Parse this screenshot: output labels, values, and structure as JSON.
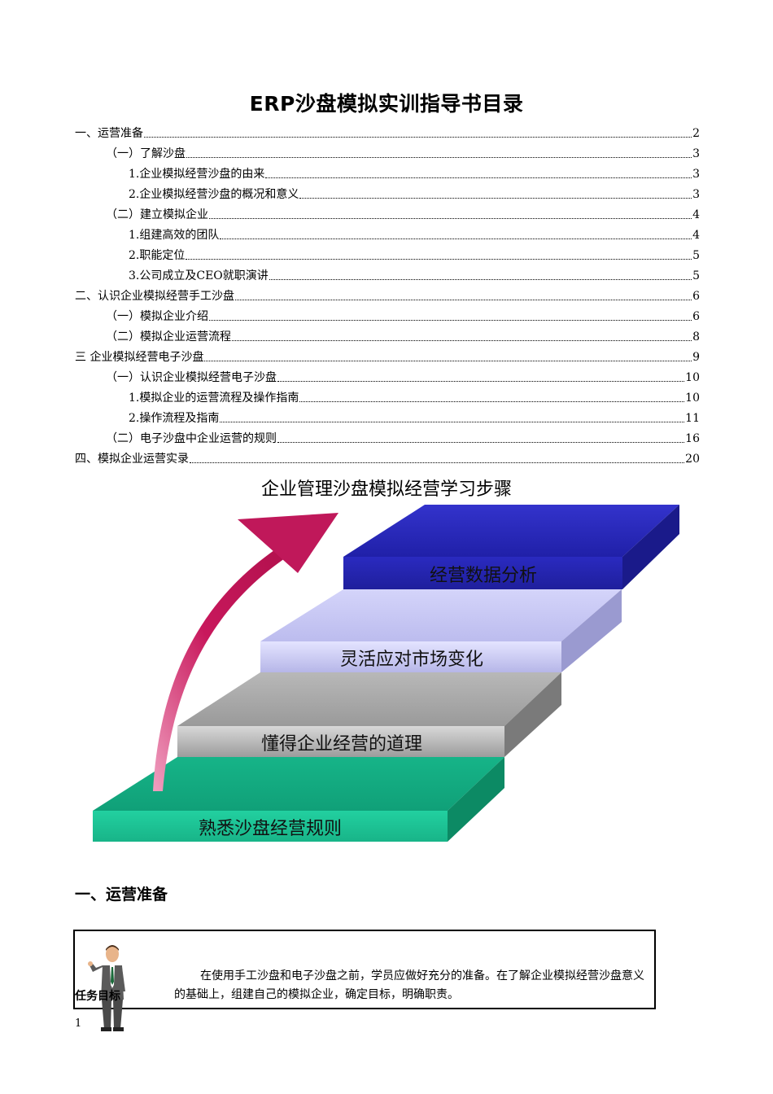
{
  "title": "ERP沙盘模拟实训指导书目录",
  "toc": [
    {
      "label": "一、运营准备",
      "page": "2",
      "level": 1
    },
    {
      "label": "（一）了解沙盘",
      "page": "3",
      "level": 2
    },
    {
      "label": "1.企业模拟经营沙盘的由来",
      "page": "3",
      "level": 3
    },
    {
      "label": "2.企业模拟经营沙盘的概况和意义",
      "page": "3",
      "level": 3
    },
    {
      "label": "（二）建立模拟企业",
      "page": "4",
      "level": 2
    },
    {
      "label": "1.组建高效的团队",
      "page": "4",
      "level": 3
    },
    {
      "label": "2.职能定位",
      "page": "5",
      "level": 3
    },
    {
      "label": "3.公司成立及CEO就职演讲",
      "page": "5",
      "level": 3
    },
    {
      "label": "二、认识企业模拟经营手工沙盘",
      "page": "6",
      "level": 1
    },
    {
      "label": "（一）模拟企业介绍",
      "page": "6",
      "level": 2
    },
    {
      "label": "（二）模拟企业运营流程",
      "page": "8",
      "level": 2
    },
    {
      "label": "三  企业模拟经营电子沙盘",
      "page": "9",
      "level": 1
    },
    {
      "label": "（一）认识企业模拟经营电子沙盘",
      "page": "10",
      "level": 2
    },
    {
      "label": "1.模拟企业的运营流程及操作指南",
      "page": "10",
      "level": 3
    },
    {
      "label": "2.操作流程及指南",
      "page": "11",
      "level": 3
    },
    {
      "label": "（二）电子沙盘中企业运营的规则",
      "page": "16",
      "level": 2
    },
    {
      "label": "四、模拟企业运营实录",
      "page": "20",
      "level": 1
    }
  ],
  "diagram": {
    "title": "企业管理沙盘模拟经营学习步骤",
    "steps": [
      {
        "label": "熟悉沙盘经营规则",
        "color": "#1ec496"
      },
      {
        "label": "懂得企业经营的道理",
        "color": "#a8a8a8"
      },
      {
        "label": "灵活应对市场变化",
        "color": "#c8c8f4"
      },
      {
        "label": "经营数据分析",
        "color": "#2f2fbf"
      }
    ],
    "arrow_color": "#c0185a"
  },
  "section": {
    "heading": "一、运营准备",
    "task_label": "任务目标",
    "task_text": "在使用手工沙盘和电子沙盘之前，学员应做好充分的准备。在了解企业模拟经营沙盘意义的基础上，组建自己的模拟企业，确定目标，明确职责。",
    "figure_icon": "presenter-man-icon"
  },
  "page_number": "1"
}
